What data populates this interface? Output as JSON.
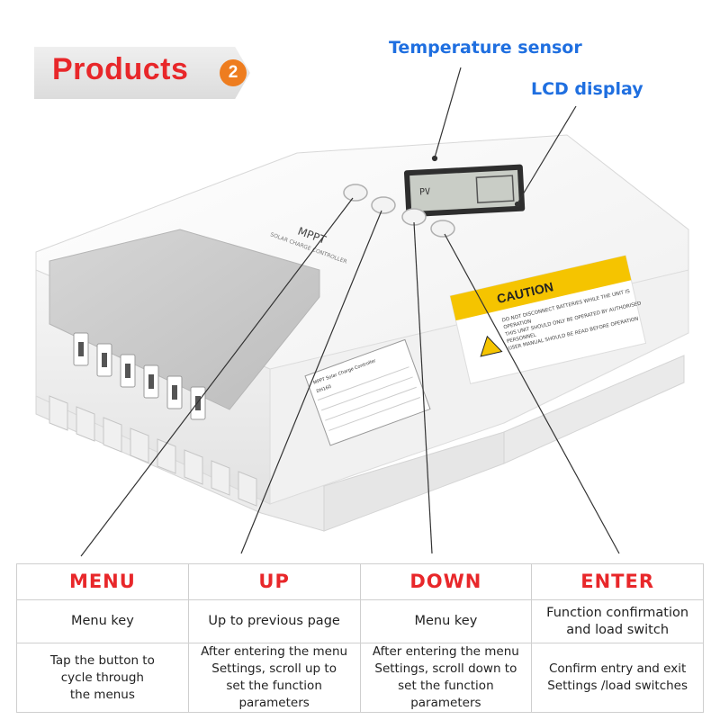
{
  "header": {
    "title": "Products",
    "number": "2"
  },
  "callouts": {
    "temperature_sensor": "Temperature sensor",
    "lcd_display": "LCD display"
  },
  "device": {
    "brand_line": "MPPT",
    "subtitle": "SOLAR CHARGE CONTROLLER",
    "caution_title": "CAUTION",
    "caution_lines": [
      "DO NOT DISCONNECT BATTERIES WHILE THE UNIT IS",
      "OPERATION",
      "THIS UNIT SHOULD ONLY BE OPERATED BY AUTHORISED",
      "PERSONNEL",
      "USER MANUAL SHOULD BE READ BEFORE OPERATION"
    ],
    "label_title": "MPPT Solar Charge Controller",
    "label_model": "DH160",
    "button_labels": [
      "MENU",
      "UP",
      "DOWN",
      "ENTER"
    ],
    "lcd_text": "PV"
  },
  "table": {
    "headers": [
      "MENU",
      "UP",
      "DOWN",
      "ENTER"
    ],
    "row1": [
      "Menu key",
      "Up to previous page",
      "Menu key",
      "Function confirmation\nand load switch"
    ],
    "row2": [
      "Tap the button to\ncycle through\nthe menus",
      "After entering the menu\nSettings, scroll up to\nset the function parameters",
      "After entering the menu\nSettings, scroll down to\nset the function parameters",
      "Confirm entry and exit\nSettings /load switches"
    ]
  },
  "colors": {
    "accent_red": "#e8272a",
    "callout_blue": "#1f6fe0",
    "badge_orange": "#ee7d1f",
    "caution_yellow": "#f5c400"
  }
}
